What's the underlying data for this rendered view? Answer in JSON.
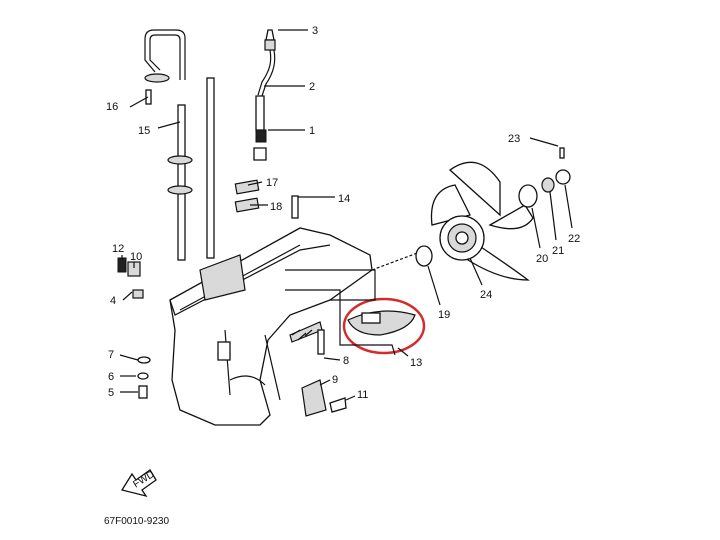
{
  "diagram": {
    "part_number": "67F0010-9230",
    "fwd_label": "FWD",
    "highlight_color": "#d42b2b",
    "callouts": [
      {
        "id": "c1",
        "label": "1"
      },
      {
        "id": "c2",
        "label": "2"
      },
      {
        "id": "c3",
        "label": "3"
      },
      {
        "id": "c4",
        "label": "4"
      },
      {
        "id": "c5",
        "label": "5"
      },
      {
        "id": "c6",
        "label": "6"
      },
      {
        "id": "c7",
        "label": "7"
      },
      {
        "id": "c8",
        "label": "8"
      },
      {
        "id": "c9",
        "label": "9"
      },
      {
        "id": "c10",
        "label": "10"
      },
      {
        "id": "c11",
        "label": "11"
      },
      {
        "id": "c12",
        "label": "12"
      },
      {
        "id": "c13",
        "label": "13"
      },
      {
        "id": "c14",
        "label": "14"
      },
      {
        "id": "c15",
        "label": "15"
      },
      {
        "id": "c16",
        "label": "16"
      },
      {
        "id": "c17",
        "label": "17"
      },
      {
        "id": "c18",
        "label": "18"
      },
      {
        "id": "c19",
        "label": "19"
      },
      {
        "id": "c20",
        "label": "20"
      },
      {
        "id": "c21",
        "label": "21"
      },
      {
        "id": "c22",
        "label": "22"
      },
      {
        "id": "c23",
        "label": "23"
      },
      {
        "id": "c24",
        "label": "24"
      }
    ]
  }
}
